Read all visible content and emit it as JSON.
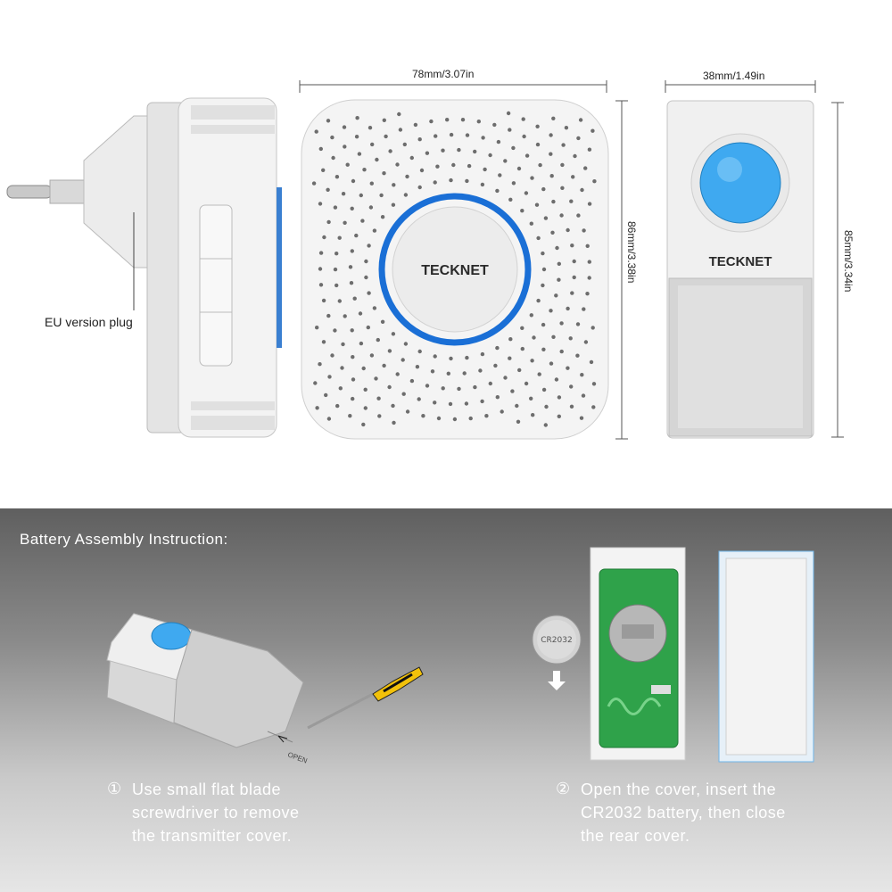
{
  "dimensions": {
    "receiver_width": "78mm/3.07in",
    "receiver_height": "86mm/3.38in",
    "button_width": "38mm/1.49in",
    "button_height": "85mm/3.34in"
  },
  "plug_label": "EU version plug",
  "brand": "TECKNET",
  "section_title": "Battery Assembly Instruction:",
  "steps": [
    {
      "number": "①",
      "lines": [
        "Use small flat blade",
        "screwdriver to remove",
        "the transmitter cover."
      ]
    },
    {
      "number": "②",
      "lines": [
        "Open the cover, insert the",
        "CR2032 battery, then close",
        "the rear cover."
      ]
    }
  ],
  "battery_label": "CR2032",
  "open_label": "OPEN",
  "colors": {
    "accent_blue": "#1a6fd6",
    "button_blue": "#3fa9f0"
  }
}
